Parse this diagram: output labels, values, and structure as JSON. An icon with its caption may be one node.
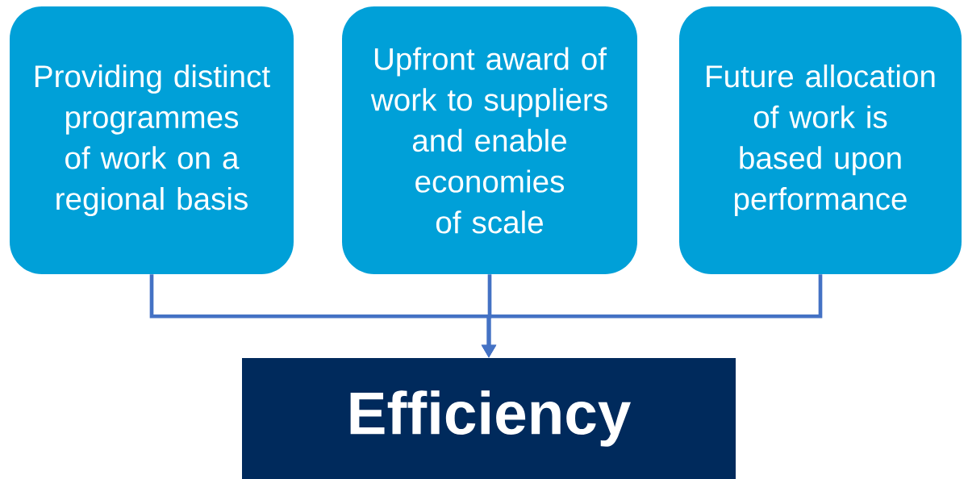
{
  "diagram": {
    "nodes": [
      {
        "text": [
          "Providing distinct programmes of work on a regional basis"
        ]
      },
      {
        "text": [
          "Upfront award of work to suppliers and enable economies of scale"
        ]
      },
      {
        "text": [
          "Future allocation of work is based upon performance"
        ]
      },
      {
        "text": [
          "Efficiency"
        ]
      }
    ],
    "edges": [
      {
        "from": 0,
        "to": 3,
        "arrow": "to"
      },
      {
        "from": 1,
        "to": 3,
        "arrow": "to"
      },
      {
        "from": 2,
        "to": 3,
        "arrow": "to"
      }
    ]
  }
}
